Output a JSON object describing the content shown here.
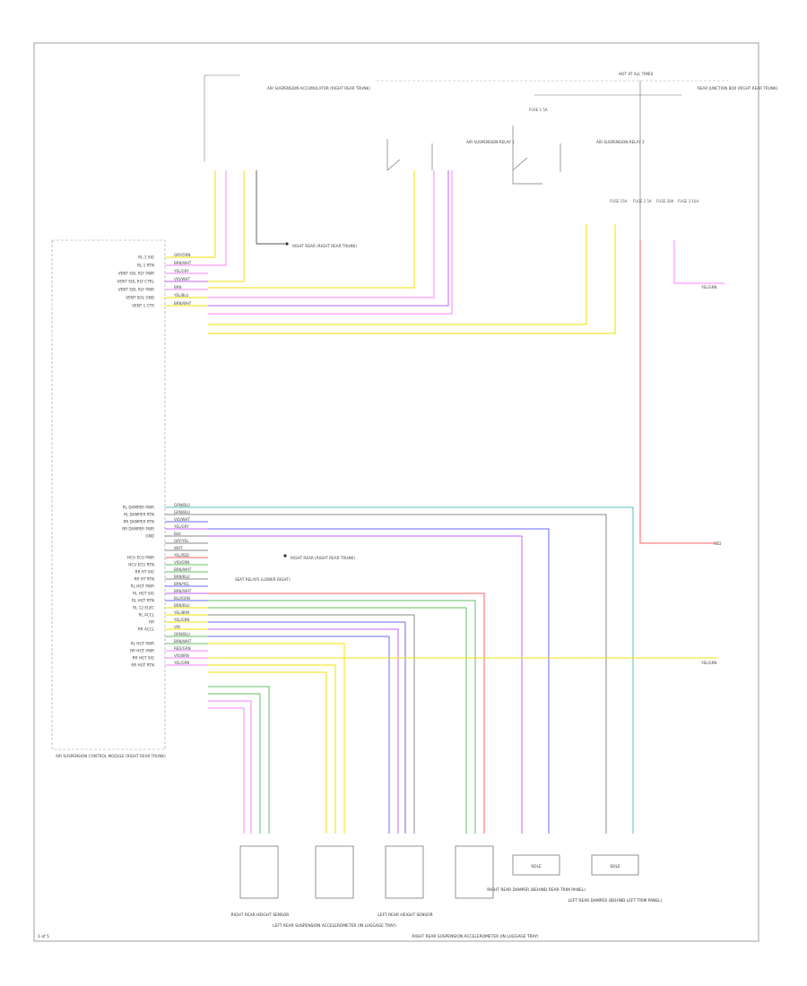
{
  "diagram": {
    "code": "1 of 5",
    "colors": {
      "frame": "#444444",
      "yellow": "#f0e000",
      "pink": "#ff80ff",
      "purple": "#c060ff",
      "blue": "#6a6aff",
      "green": "#60c060",
      "red": "#ff6060",
      "gray": "#888888",
      "teal": "#50c0c0"
    },
    "module_pins_upper": [
      {
        "label": "RL-1 SIG",
        "wire": "GRY/ORN",
        "color": "yellow"
      },
      {
        "label": "RL-1 RTN",
        "wire": "BRN/WHT",
        "color": "pink"
      },
      {
        "label": "VENT SOL RLY PWR",
        "wire": "YEL/GRY",
        "color": "pink"
      },
      {
        "label": "VENT SOL RLY CTRL",
        "wire": "VIO/WHT",
        "color": "purple"
      },
      {
        "label": "VENT SOL RLY PWR",
        "wire": "BRN",
        "color": "pink"
      },
      {
        "label": "VENT SOL GND",
        "wire": "YEL/BLU",
        "color": "yellow"
      },
      {
        "label": "VENT 1 CTR",
        "wire": "BRN/WHT",
        "color": "yellow"
      }
    ],
    "module_pins_lower": [
      {
        "label": "RL DAMPER PWR",
        "wire": "GRN/BLU",
        "color": "teal"
      },
      {
        "label": "RL DAMPER RTN",
        "wire": "GRN/BLU",
        "color": "gray"
      },
      {
        "label": "RR DAMPER RTN",
        "wire": "VIO/WHT",
        "color": "blue"
      },
      {
        "label": "RR DAMPER PWR",
        "wire": "YEL/GRY",
        "color": "purple"
      },
      {
        "label": "GND",
        "wire": "BLK",
        "color": "gray"
      },
      {
        "label": "",
        "wire": "GRY/YEL",
        "color": "gray"
      },
      {
        "label": "",
        "wire": "WHT",
        "color": "gray"
      },
      {
        "label": "HCU ECU PWR",
        "wire": "YEL/RED",
        "color": "red"
      },
      {
        "label": "HCU ECU RTN",
        "wire": "VIO/GRN",
        "color": "green"
      },
      {
        "label": "RR HT SIG",
        "wire": "BRN/WHT",
        "color": "green"
      },
      {
        "label": "RR HT RTN",
        "wire": "BRN/BLU",
        "color": "gray"
      },
      {
        "label": "RL HGT PWR",
        "wire": "BRN/YEL",
        "color": "blue"
      },
      {
        "label": "RL HGT SIG",
        "wire": "BRN/WHT",
        "color": "purple"
      },
      {
        "label": "RL HGT RTN",
        "wire": "BLU/GRN",
        "color": "blue"
      },
      {
        "label": "RL 12 ELEC",
        "wire": "BRN/BLU",
        "color": "yellow"
      },
      {
        "label": "RL ACCL",
        "wire": "YEL/BRN",
        "color": "yellow"
      },
      {
        "label": "RR",
        "wire": "YEL/GRN",
        "color": "yellow"
      },
      {
        "label": "RR ACCL",
        "wire": "VIO",
        "color": "yellow"
      },
      {
        "label": "",
        "wire": "GRN/BLU",
        "color": "green"
      },
      {
        "label": "RL HGT PWR",
        "wire": "BRN/WHT",
        "color": "green"
      },
      {
        "label": "RR HGT PWR",
        "wire": "RED/GRN",
        "color": "pink"
      },
      {
        "label": "RR HGT SIG",
        "wire": "VIO/BRN",
        "color": "pink"
      },
      {
        "label": "RR HGT RTN",
        "wire": "YEL/GRN",
        "color": "pink"
      }
    ],
    "module_name": "AIR SUSPENSION CONTROL MODULE (RIGHT REAR TRUNK)",
    "relay_left": "AIR SUSPENSION RELAY 1",
    "relay_right": "AIR SUSPENSION RELAY 2",
    "top_connector": "AIR SUSPENSION ACCUMULATOR (RIGHT REAR TRUNK)",
    "hot_label": "HOT AT ALL TIMES",
    "fuse_block_label": "REAR JUNCTION BOX (RIGHT REAR TRUNK)",
    "ground_upper": "RIGHT REAR (RIGHT REAR TRUNK)",
    "ground_lower": "RIGHT REAR (RIGHT REAR TRUNK)",
    "splice_label": "SEAT RELAYS (LOWER RIGHT)",
    "fuse_labels": [
      "FUSE 1 5A",
      "FUSE 15A",
      "FUSE 2 5A",
      "FUSE 20A",
      "FUSE 3 10A"
    ],
    "right_edge_labels": [
      "YEL/GRN",
      "RED",
      "YEL/GRN"
    ],
    "bottom_components": [
      "RIGHT REAR HEIGHT SENSOR",
      "LEFT REAR SUSPENSION ACCELEROMETER (IN LUGGAGE TRAY)",
      "LEFT REAR HEIGHT SENSOR",
      "RIGHT REAR SUSPENSION ACCELEROMETER (IN LUGGAGE TRAY)",
      "RIGHT REAR DAMPER (BEHIND REAR TRIM PANEL)",
      "LEFT REAR DAMPER (BEHIND LEFT TRIM PANEL)"
    ],
    "damper_box_labels": [
      "SOLE",
      "SOLE"
    ]
  }
}
